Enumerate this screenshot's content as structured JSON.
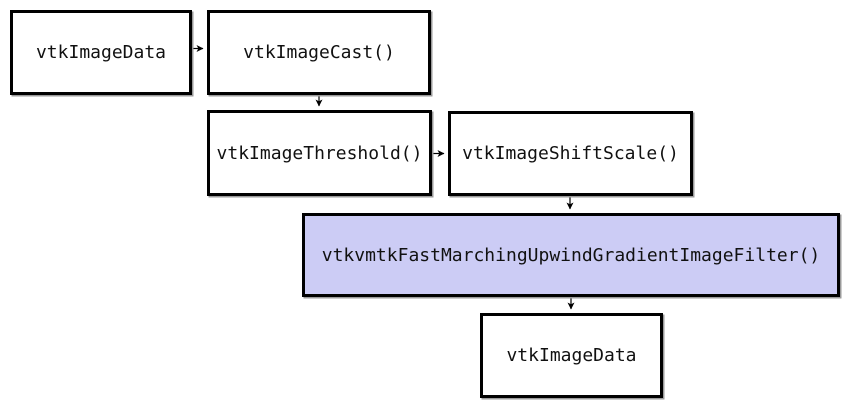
{
  "diagram": {
    "description": "VTK image processing pipeline flow diagram",
    "nodes": [
      {
        "id": "image-data-input",
        "label": "vtkImageData",
        "highlighted": false
      },
      {
        "id": "image-cast",
        "label": "vtkImageCast()",
        "highlighted": false
      },
      {
        "id": "image-threshold",
        "label": "vtkImageThreshold()",
        "highlighted": false
      },
      {
        "id": "image-shift-scale",
        "label": "vtkImageShiftScale()",
        "highlighted": false
      },
      {
        "id": "fast-marching",
        "label": "vtkvmtkFastMarchingUpwindGradientImageFilter()",
        "highlighted": true
      },
      {
        "id": "image-data-output",
        "label": "vtkImageData",
        "highlighted": false
      }
    ],
    "edges": [
      {
        "from": "image-data-input",
        "to": "image-cast",
        "direction": "right"
      },
      {
        "from": "image-cast",
        "to": "image-threshold",
        "direction": "down"
      },
      {
        "from": "image-threshold",
        "to": "image-shift-scale",
        "direction": "right"
      },
      {
        "from": "image-shift-scale",
        "to": "fast-marching",
        "direction": "down"
      },
      {
        "from": "fast-marching",
        "to": "image-data-output",
        "direction": "down"
      }
    ],
    "colors": {
      "node_fill": "#ffffff",
      "highlight_fill": "#ccccf5",
      "border": "#000000",
      "arrow": "#000000",
      "background": "#ffffff"
    }
  }
}
